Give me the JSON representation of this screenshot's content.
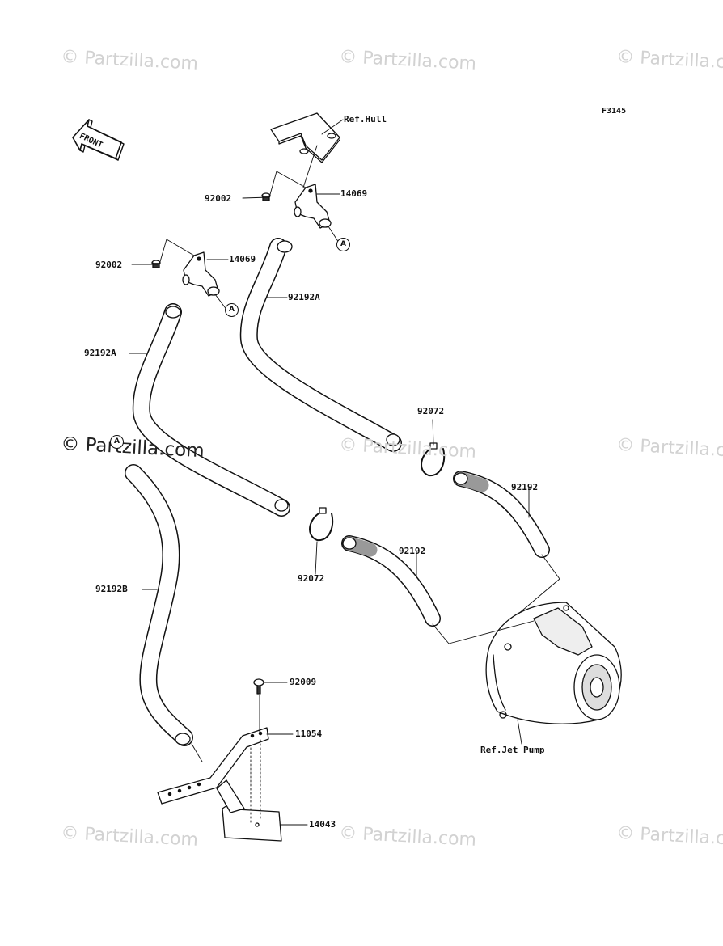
{
  "figure_code": "F3145",
  "front_indicator": "FRONT",
  "watermark": "© Partzilla.com",
  "connector_marker": "A",
  "callouts": {
    "ref_hull": "Ref.Hull",
    "p14069_top": "14069",
    "p92002_top": "92002",
    "p92002_left": "92002",
    "p14069_left": "14069",
    "p92192A_top": "92192A",
    "p92192A_left": "92192A",
    "p92072_top": "92072",
    "p92192_right": "92192",
    "p92192_mid": "92192",
    "p92072_bottom": "92072",
    "p92192B": "92192B",
    "p92009": "92009",
    "p11054": "11054",
    "p14043": "14043",
    "ref_jet_pump": "Ref.Jet Pump"
  }
}
